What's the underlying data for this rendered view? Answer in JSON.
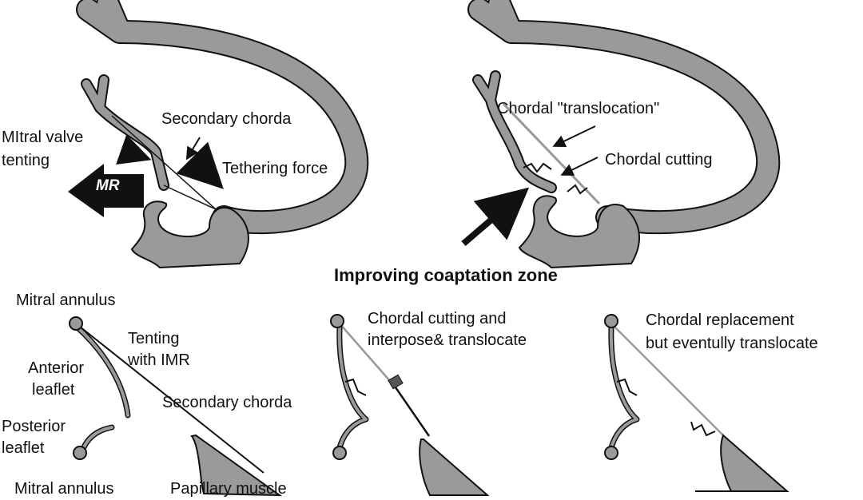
{
  "top_left": {
    "mitral_valve_tenting": [
      "MItral  valve",
      "tenting"
    ],
    "secondary_chorda": "Secondary chorda",
    "tethering_force": "Tethering force",
    "mr": "MR"
  },
  "top_right": {
    "chordal_translocation": "Chordal \"translocation\"",
    "chordal_cutting": "Chordal cutting"
  },
  "center_title": "Improving coaptation zone",
  "bottom_left": {
    "mitral_annulus_top": "Mitral annulus",
    "tenting_with_imr": [
      "Tenting",
      "with IMR"
    ],
    "anterior_leaflet": [
      "Anterior",
      "leaflet"
    ],
    "secondary_chorda": "Secondary chorda",
    "posterior_leaflet": [
      "Posterior",
      "leaflet"
    ],
    "mitral_annulus_bottom": "Mitral annulus",
    "papillary_muscle": "Papillary muscle"
  },
  "bottom_middle": {
    "caption": [
      "Chordal cutting and",
      "interpose& translocate"
    ]
  },
  "bottom_right": {
    "caption": [
      "Chordal replacement",
      "but eventully translocate"
    ]
  }
}
